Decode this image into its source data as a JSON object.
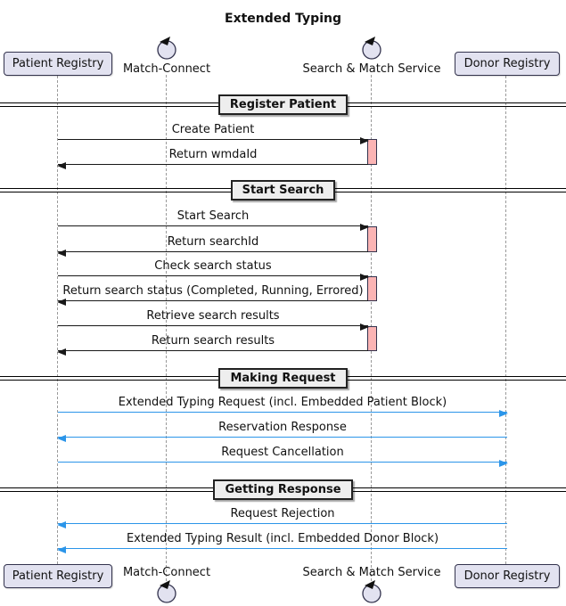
{
  "title": "Extended Typing",
  "participants": [
    {
      "name": "Patient Registry",
      "type": "box"
    },
    {
      "name": "Match-Connect",
      "type": "control"
    },
    {
      "name": "Search & Match Service",
      "type": "control"
    },
    {
      "name": "Donor Registry",
      "type": "box"
    }
  ],
  "dividers": [
    {
      "label": "Register Patient"
    },
    {
      "label": "Start Search"
    },
    {
      "label": "Making Request"
    },
    {
      "label": "Getting Response"
    }
  ],
  "messages": [
    {
      "label": "Create Patient",
      "from": "Patient Registry",
      "to": "Search & Match Service",
      "direction": "right",
      "color": "black"
    },
    {
      "label": "Return wmdaId",
      "from": "Search & Match Service",
      "to": "Patient Registry",
      "direction": "left",
      "color": "black"
    },
    {
      "label": "Start Search",
      "from": "Patient Registry",
      "to": "Search & Match Service",
      "direction": "right",
      "color": "black"
    },
    {
      "label": "Return searchId",
      "from": "Search & Match Service",
      "to": "Patient Registry",
      "direction": "left",
      "color": "black"
    },
    {
      "label": "Check search status",
      "from": "Patient Registry",
      "to": "Search & Match Service",
      "direction": "right",
      "color": "black"
    },
    {
      "label": "Return search status (Completed, Running, Errored)",
      "from": "Search & Match Service",
      "to": "Patient Registry",
      "direction": "left",
      "color": "black"
    },
    {
      "label": "Retrieve search results",
      "from": "Patient Registry",
      "to": "Search & Match Service",
      "direction": "right",
      "color": "black"
    },
    {
      "label": "Return search results",
      "from": "Search & Match Service",
      "to": "Patient Registry",
      "direction": "left",
      "color": "black"
    },
    {
      "label": "Extended Typing Request (incl. Embedded Patient Block)",
      "from": "Patient Registry",
      "to": "Donor Registry",
      "direction": "right",
      "color": "blue"
    },
    {
      "label": "Reservation Response",
      "from": "Donor Registry",
      "to": "Patient Registry",
      "direction": "left",
      "color": "blue"
    },
    {
      "label": "Request Cancellation",
      "from": "Patient Registry",
      "to": "Donor Registry",
      "direction": "right",
      "color": "blue"
    },
    {
      "label": "Request Rejection",
      "from": "Donor Registry",
      "to": "Patient Registry",
      "direction": "left",
      "color": "blue"
    },
    {
      "label": "Extended Typing Result (incl. Embedded Donor Block)",
      "from": "Donor Registry",
      "to": "Patient Registry",
      "direction": "left",
      "color": "blue"
    }
  ],
  "colors": {
    "participant_fill": "#E2E2F0",
    "activation_fill": "#FBB4B4",
    "divider_fill": "#EEEEEE",
    "black_arrow": "#181818",
    "blue_arrow": "#2B95E9",
    "lifeline": "#9A9A9A"
  }
}
